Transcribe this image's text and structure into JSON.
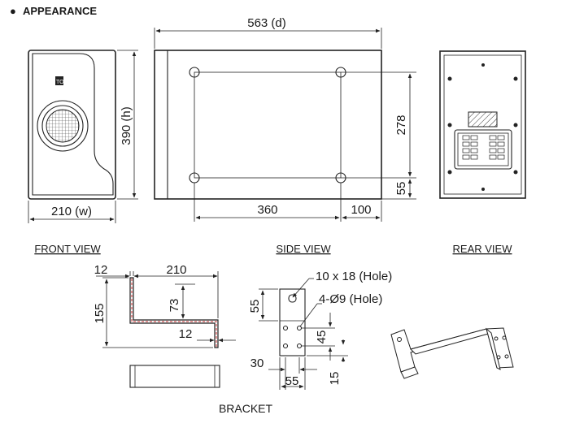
{
  "header": {
    "bullet": "●",
    "title": "APPEARANCE"
  },
  "dimensions": {
    "depth": "563 (d)",
    "height": "390 (h)",
    "width": "210 (w)",
    "side_v1": "278",
    "side_v2": "55",
    "side_h1": "360",
    "side_h2": "100"
  },
  "views": {
    "front": "FRONT VIEW",
    "side": "SIDE VIEW",
    "rear": "REAR VIEW"
  },
  "bracket": {
    "title": "BRACKET",
    "d12a": "12",
    "d210": "210",
    "d155": "155",
    "d73": "73",
    "d12b": "12",
    "hole_slot": "10 x 18 (Hole)",
    "hole_round": "4-Ø9 (Hole)",
    "d55v": "55",
    "d45": "45",
    "d30": "30",
    "d55h": "55",
    "d15": "15"
  },
  "logo_text": "TOA"
}
